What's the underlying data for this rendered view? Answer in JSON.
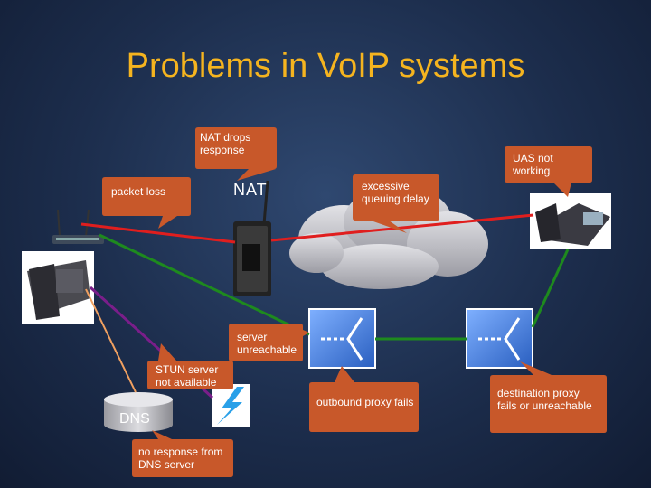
{
  "title": "Problems in VoIP systems",
  "device_labels": {
    "nat": "NAT",
    "dns": "DNS"
  },
  "callouts": {
    "nat_drops": "NAT drops\nresponse",
    "packet_loss": "packet loss",
    "queuing_delay": "excessive\nqueuing delay",
    "uas_not_working": "UAS not\nworking",
    "server_unreachable": "server\nunreachable",
    "stun_unavailable": "STUN server\nnot available",
    "outbound_proxy": "outbound proxy fails",
    "destination_proxy": "destination proxy\nfails or unreachable",
    "dns_no_response": "no response from\nDNS server"
  },
  "colors": {
    "title": "#f5b41f",
    "callout_fill": "#c8582a",
    "signal_red": "#e01e1e",
    "signal_green": "#1e8a1e",
    "signal_purple": "#7a1e8a",
    "signal_orange": "#f0a060",
    "cloud": "#c9c9cd",
    "proxy_box": "#3c7ad6"
  }
}
